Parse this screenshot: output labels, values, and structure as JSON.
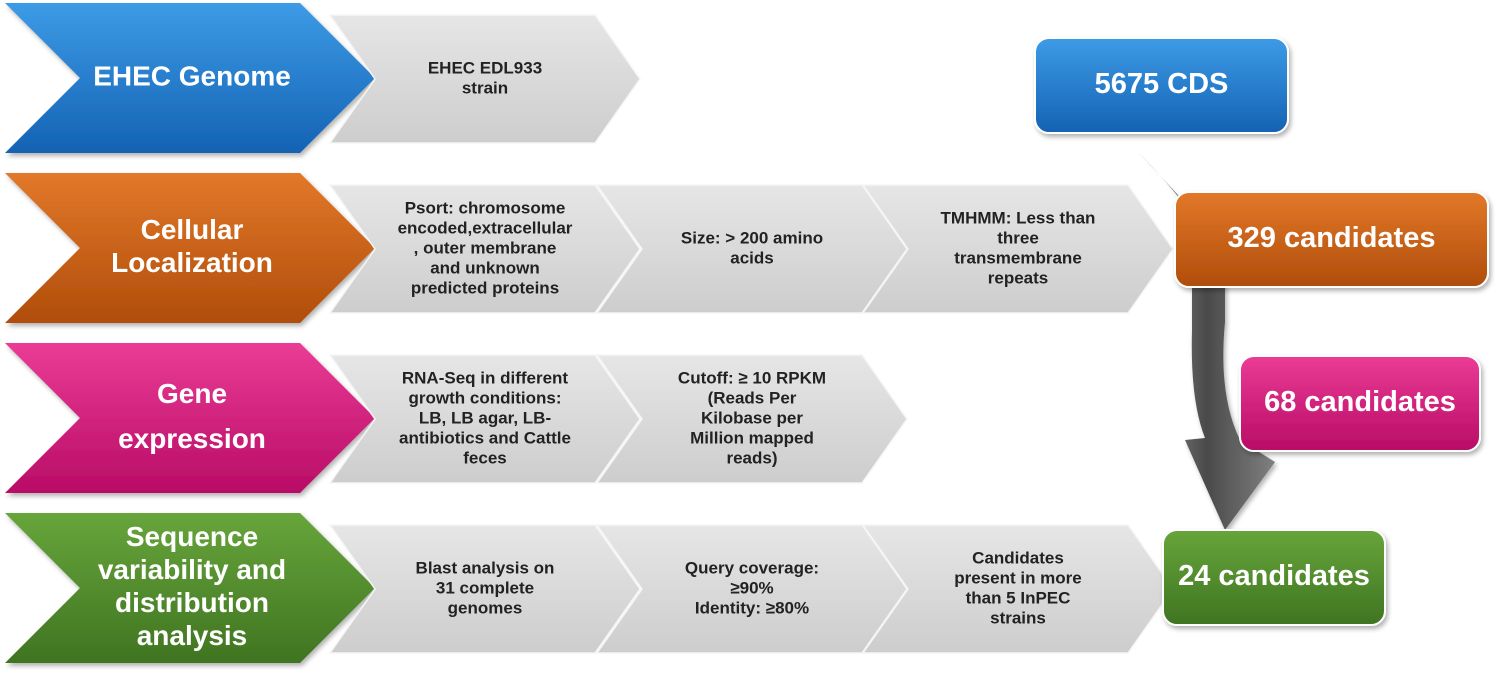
{
  "colors": {
    "blue": "#1a77c9",
    "orange": "#c85d12",
    "magenta": "#d4127a",
    "green": "#4f8a2b",
    "step_gray": "#d6d6d6",
    "arrow_gray": "#6b6b6b"
  },
  "rows": [
    {
      "category": [
        "EHEC Genome"
      ],
      "steps": [
        [
          "EHEC  EDL933",
          "strain"
        ]
      ]
    },
    {
      "category": [
        "Cellular",
        "Localization"
      ],
      "steps": [
        [
          "Psort: chromosome",
          "encoded,extracellular",
          ", outer membrane",
          "and unknown",
          "predicted proteins"
        ],
        [
          "Size:  > 200 amino",
          "acids"
        ],
        [
          "TMHMM: Less than",
          "three",
          "transmembrane",
          "repeats"
        ]
      ]
    },
    {
      "category": [
        "Gene",
        "expression"
      ],
      "steps": [
        [
          "RNA-Seq in different",
          "growth conditions:",
          "LB, LB agar, LB-",
          "antibiotics and Cattle",
          "feces"
        ],
        [
          "Cutoff: ≥ 10 RPKM",
          "(Reads Per",
          "Kilobase per",
          "Million mapped",
          "reads)"
        ]
      ]
    },
    {
      "category": [
        "Sequence",
        "variability and",
        "distribution",
        "analysis"
      ],
      "steps": [
        [
          "Blast analysis on",
          "31 complete",
          "genomes"
        ],
        [
          "Query coverage:",
          "≥90%",
          "Identity: ≥80%"
        ],
        [
          "Candidates",
          "present in more",
          "than 5  InPEC",
          "strains"
        ]
      ]
    }
  ],
  "results": [
    {
      "label": "5675 CDS"
    },
    {
      "label": "329 candidates"
    },
    {
      "label": "68 candidates"
    },
    {
      "label": "24 candidates"
    }
  ]
}
